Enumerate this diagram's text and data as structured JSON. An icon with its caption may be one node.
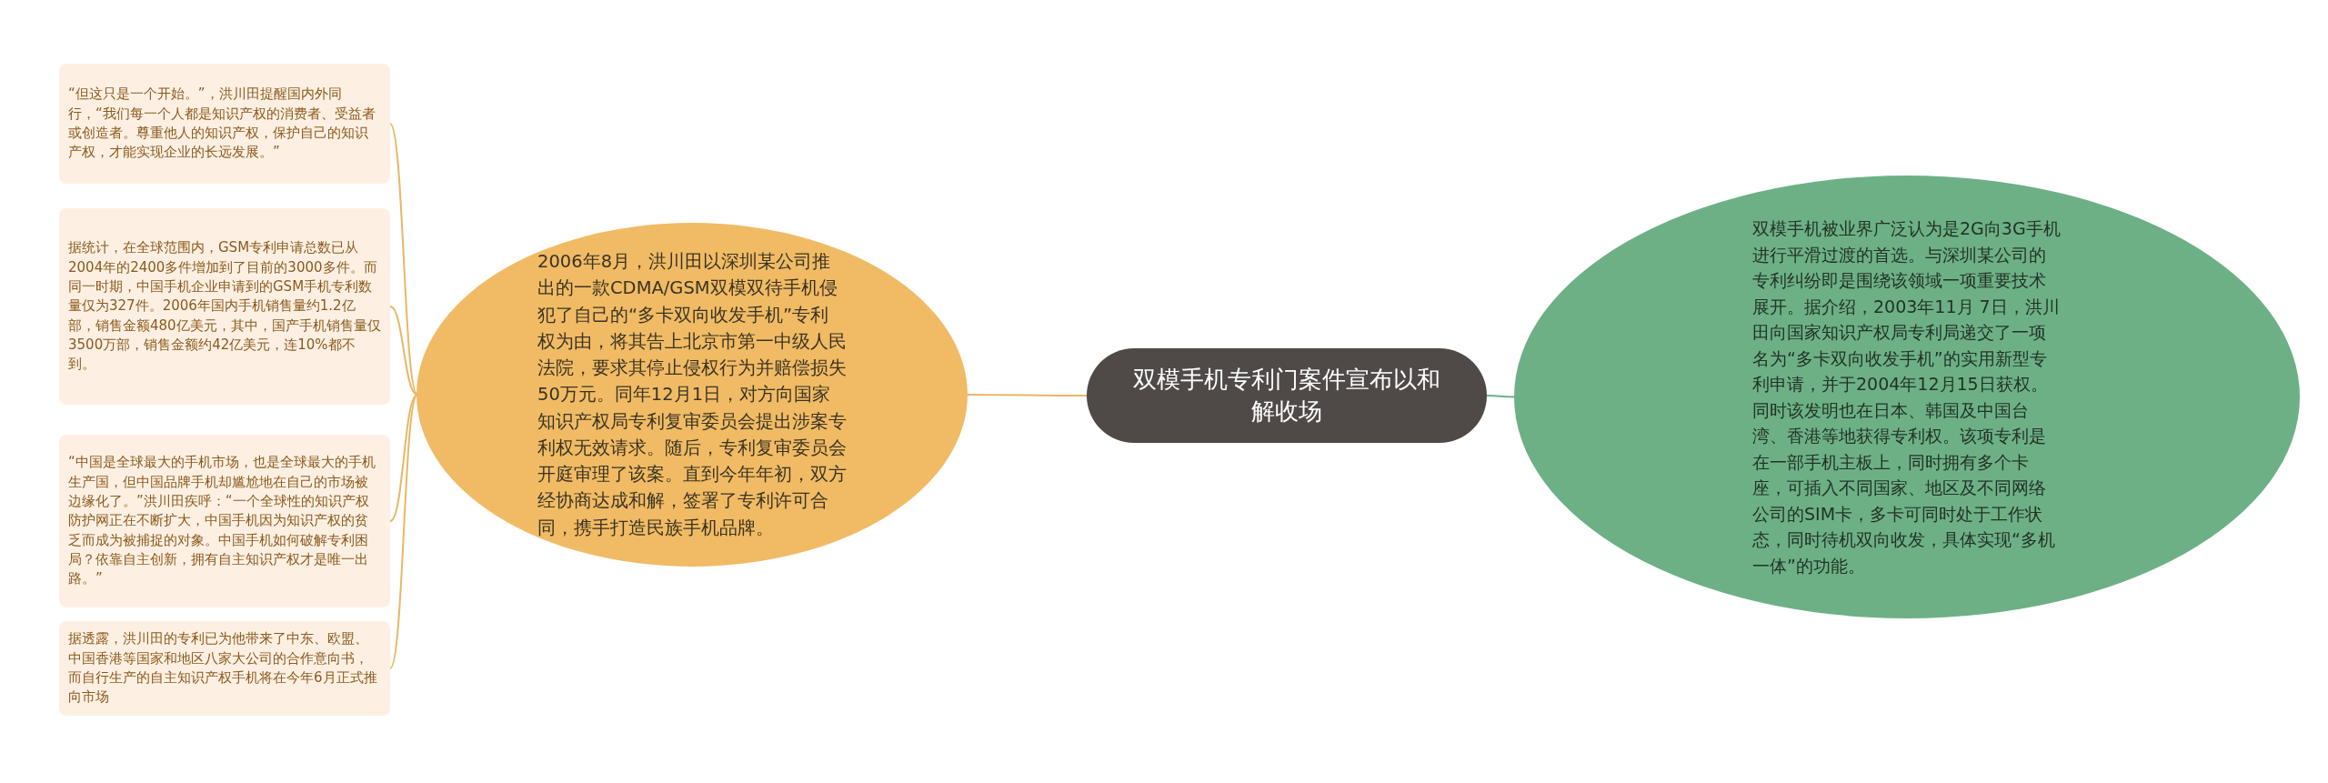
{
  "diagram": {
    "nodes": [
      {
        "text": [
          "双模手机专利门案件宣布以和解收场"
        ]
      },
      {
        "text": [
          "2006年8月，洪川田以深圳某公司推出的一款CDMA/GSM双模双待手机侵犯了自己的“多卡双向收发手机”专利权为由，将其告上北京市第一中级人民法院，要求其停止侵权行为并赔偿损失50万元。同年12月1日，对方向国家知识产权局专利复审委员会提出涉案专利权无效请求。随后，专利复审委员会开庭审理了该案。直到今年年初，双方经协商达成和解，签署了专利许可合同，携手打造民族手机品牌。"
        ]
      },
      {
        "text": [
          "双模手机被业界广泛认为是2G向3G手机进行平滑过渡的首选。与深圳某公司的专利纠纷即是围绕该领域一项重要技术展开。据介绍，2003年11月 7日，洪川田向国家知识产权局专利局递交了一项名为“多卡双向收发手机”的实用新型专利申请，并于2004年12月15日获权。同时该发明也在日本、韩国及中国台湾、香港等地获得专利权。该项专利是在一部手机主板上，同时拥有多个卡座，可插入不同国家、地区及不同网络公司的SIM卡，多卡可同时处于工作状态，同时待机双向收发，具体实现“多机一体”的功能。"
        ]
      },
      {
        "text": [
          "“但这只是一个开始。”，洪川田提醒国内外同行，“我们每一个人都是知识产权的消费者、受益者或创造者。尊重他人的知识产权，保护自己的知识产权，才能实现企业的长远发展。”"
        ]
      },
      {
        "text": [
          "据统计，在全球范围内，GSM专利申请总数已从2004年的2400多件增加到了目前的3000多件。而同一时期，中国手机企业申请到的GSM手机专利数量仅为327件。2006年国内手机销售量约1.2亿部，销售金额480亿美元，其中，国产手机销售量仅3500万部，销售金额约42亿美元，连10%都不到。"
        ]
      },
      {
        "text": [
          "“中国是全球最大的手机市场，也是全球最大的手机生产国，但中国品牌手机却尴尬地在自己的市场被边缘化了。”洪川田疾呼：“一个全球性的知识产权防护网正在不断扩大，中国手机因为知识产权的贫乏而成为被捕捉的对象。中国手机如何破解专利困局？依靠自主创新，拥有自主知识产权才是唯一出路。”"
        ]
      },
      {
        "text": [
          "据透露，洪川田的专利已为他带来了中东、欧盟、中国香港等国家和地区八家大公司的合作意向书，而自行生产的自主知识产权手机将在今年6月正式推向市场"
        ]
      }
    ],
    "edges": [
      {
        "from": 0,
        "to": 1,
        "arrow": "none"
      },
      {
        "from": 0,
        "to": 2,
        "arrow": "none",
        "color": "#6db086"
      },
      {
        "from": 1,
        "to": 3,
        "arrow": "none"
      },
      {
        "from": 1,
        "to": 4,
        "arrow": "none"
      },
      {
        "from": 1,
        "to": 5,
        "arrow": "none"
      },
      {
        "from": 1,
        "to": 6,
        "arrow": "none"
      }
    ]
  }
}
